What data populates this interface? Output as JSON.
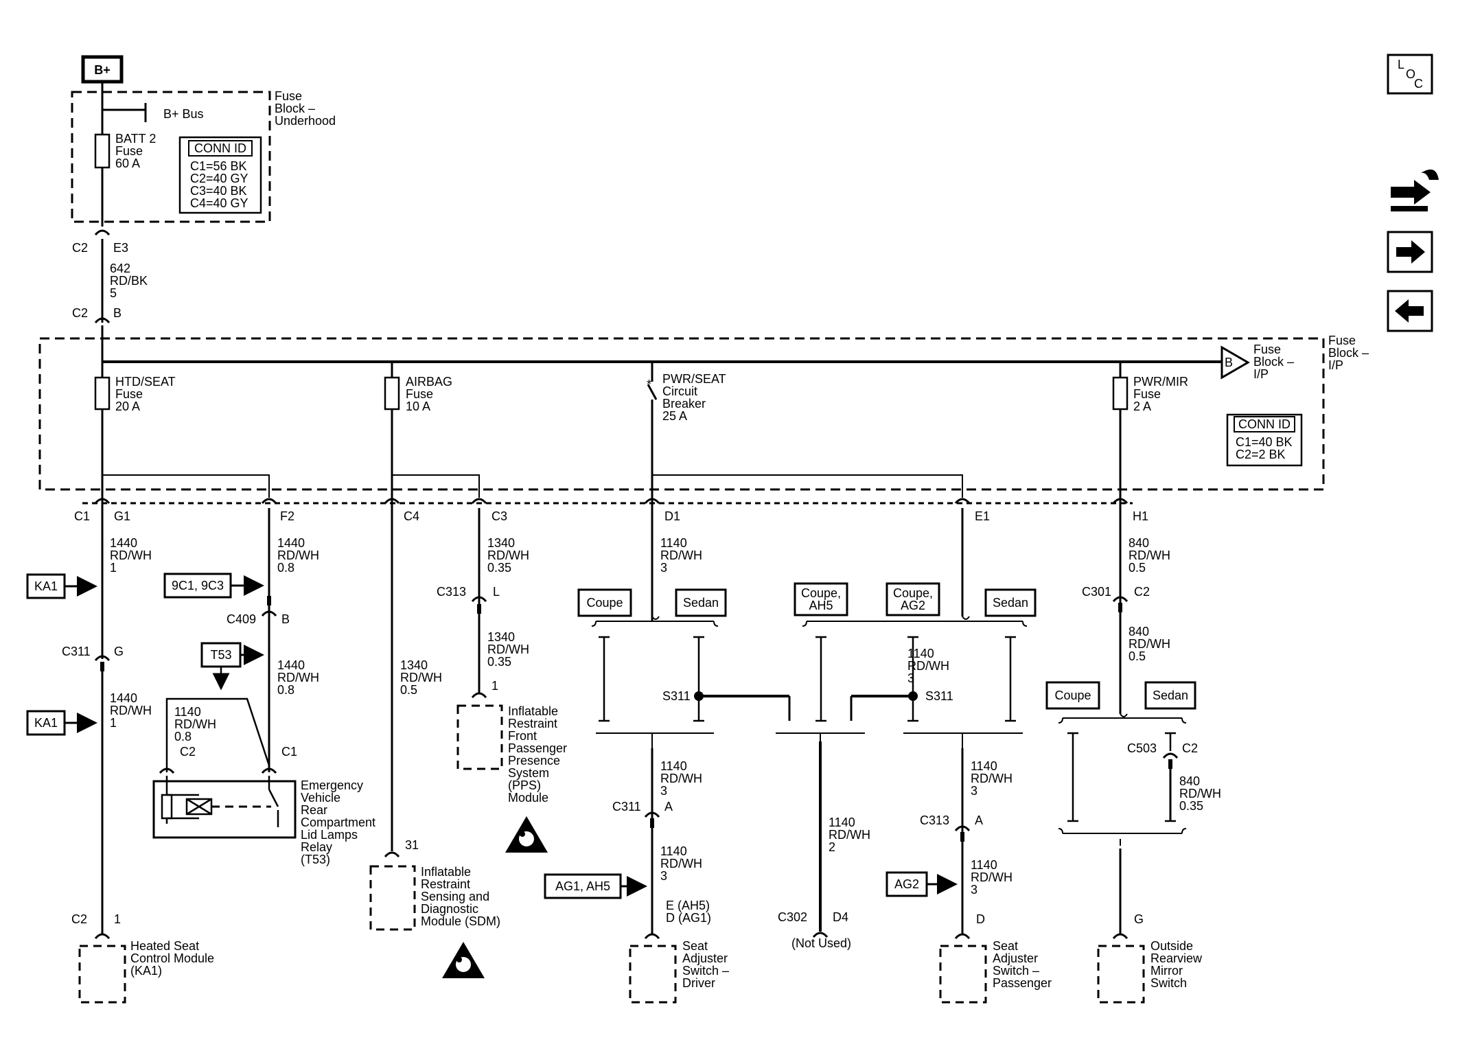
{
  "power": {
    "bplus": "B+",
    "bus": "B+ Bus",
    "underhood_block": [
      "Fuse",
      "Block –",
      "Underhood"
    ],
    "batt_fuse": [
      "BATT 2",
      "Fuse",
      "60 A"
    ],
    "conn_underhood": {
      "title": "CONN ID",
      "lines": [
        "C1=56 BK",
        "C2=40 GY",
        "C3=40 BK",
        "C4=40 GY"
      ]
    },
    "feed_top": {
      "conn": "C2",
      "pin": "E3"
    },
    "feed_wire": [
      "642",
      "RD/BK",
      "5"
    ],
    "feed_bottom": {
      "conn": "C2",
      "pin": "B"
    }
  },
  "ip_block": {
    "label": [
      "Fuse",
      "Block –",
      "I/P"
    ],
    "bus_ref_letter": "B",
    "bus_ref_label": [
      "Fuse",
      "Block –",
      "I/P"
    ],
    "conn": {
      "title": "CONN ID",
      "lines": [
        "C1=40 BK",
        "C2=2 BK"
      ]
    },
    "fuses": [
      {
        "lines": [
          "HTD/SEAT",
          "Fuse",
          "20 A"
        ]
      },
      {
        "lines": [
          "AIRBAG",
          "Fuse",
          "10 A"
        ]
      },
      {
        "lines": [
          "PWR/SEAT",
          "Circuit",
          "Breaker",
          "25 A"
        ]
      },
      {
        "lines": [
          "PWR/MIR",
          "Fuse",
          "2 A"
        ]
      }
    ],
    "pins": [
      {
        "conn": "C1",
        "pin": "G1"
      },
      {
        "pin": "F2"
      },
      {
        "conn": "C4"
      },
      {
        "pin": "C3"
      },
      {
        "pin": "D1"
      },
      {
        "pin": "E1"
      },
      {
        "pin": "H1"
      }
    ]
  },
  "wires": {
    "w1440_1": [
      "1440",
      "RD/WH",
      "1"
    ],
    "w1440_08": [
      "1440",
      "RD/WH",
      "0.8"
    ],
    "w1440_08b": [
      "1440",
      "RD/WH",
      "0.8"
    ],
    "w1440_1b": [
      "1440",
      "RD/WH",
      "1"
    ],
    "w1140_08": [
      "1140",
      "RD/WH",
      "0.8"
    ],
    "w1340_035": [
      "1340",
      "RD/WH",
      "0.35"
    ],
    "w1340_035b": [
      "1340",
      "RD/WH",
      "0.35"
    ],
    "w1340_05": [
      "1340",
      "RD/WH",
      "0.5"
    ],
    "w1140_3a": [
      "1140",
      "RD/WH",
      "3"
    ],
    "w1140_3b": [
      "1140",
      "RD/WH",
      "3"
    ],
    "w1140_3c": [
      "1140",
      "RD/WH",
      "3"
    ],
    "w1140_3d": [
      "1140",
      "RD/WH",
      "3"
    ],
    "w1140_3e": [
      "1140",
      "RD/WH",
      "3"
    ],
    "w1140_3f": [
      "1140",
      "RD/WH",
      "3"
    ],
    "w1140_2": [
      "1140",
      "RD/WH",
      "2"
    ],
    "w840_05": [
      "840",
      "RD/WH",
      "0.5"
    ],
    "w840_05b": [
      "840",
      "RD/WH",
      "0.5"
    ],
    "w840_035": [
      "840",
      "RD/WH",
      "0.35"
    ]
  },
  "refs": {
    "ka1a": "KA1",
    "ka1b": "KA1",
    "c9": "9C1, 9C3",
    "t53": "T53",
    "ag1ah5": "AG1, AH5",
    "ag2": "AG2"
  },
  "options": {
    "coupe1": "Coupe",
    "sedan1": "Sedan",
    "coupe_ah5": [
      "Coupe,",
      "AH5"
    ],
    "coupe_ag2": [
      "Coupe,",
      "AG2"
    ],
    "sedan2": "Sedan",
    "coupe3": "Coupe",
    "sedan3": "Sedan"
  },
  "connectors": {
    "c311_g": {
      "conn": "C311",
      "pin": "G"
    },
    "c409_b": {
      "conn": "C409",
      "pin": "B"
    },
    "relay_c2": "C2",
    "relay_c1": "C1",
    "c2_1": {
      "conn": "C2",
      "pin": "1"
    },
    "c313_l": {
      "conn": "C313",
      "pin": "L"
    },
    "pps_1": "1",
    "sdm_31": "31",
    "s311_a": "S311",
    "s311_b": "S311",
    "c311_a": {
      "conn": "C311",
      "pin": "A"
    },
    "driver_pins": [
      "E (AH5)",
      "D (AG1)"
    ],
    "c302_d4": {
      "conn": "C302",
      "pin": "D4"
    },
    "not_used": "(Not Used)",
    "c313_a": {
      "conn": "C313",
      "pin": "A"
    },
    "pass_d": "D",
    "c301_c2": {
      "conn": "C301",
      "pin": "C2"
    },
    "c503_c2": {
      "conn": "C503",
      "pin": "C2"
    },
    "mirror_g": "G"
  },
  "components": {
    "heated_seat": [
      "Heated Seat",
      "Control Module",
      "(KA1)"
    ],
    "relay": [
      "Emergency",
      "Vehicle",
      "Rear",
      "Compartment",
      "Lid Lamps",
      "Relay",
      "(T53)"
    ],
    "sdm": [
      "Inflatable",
      "Restraint",
      "Sensing and",
      "Diagnostic",
      "Module (SDM)"
    ],
    "pps": [
      "Inflatable",
      "Restraint",
      "Front",
      "Passenger",
      "Presence",
      "System",
      "(PPS)",
      "Module"
    ],
    "driver_seat": [
      "Seat",
      "Adjuster",
      "Switch –",
      "Driver"
    ],
    "pass_seat": [
      "Seat",
      "Adjuster",
      "Switch –",
      "Passenger"
    ],
    "mirror": [
      "Outside",
      "Rearview",
      "Mirror",
      "Switch"
    ]
  },
  "nav": {
    "loc": [
      "L",
      "O",
      "C"
    ],
    "wrench": "wrench-icon",
    "next": "arrow-right-icon",
    "prev": "arrow-left-icon"
  }
}
